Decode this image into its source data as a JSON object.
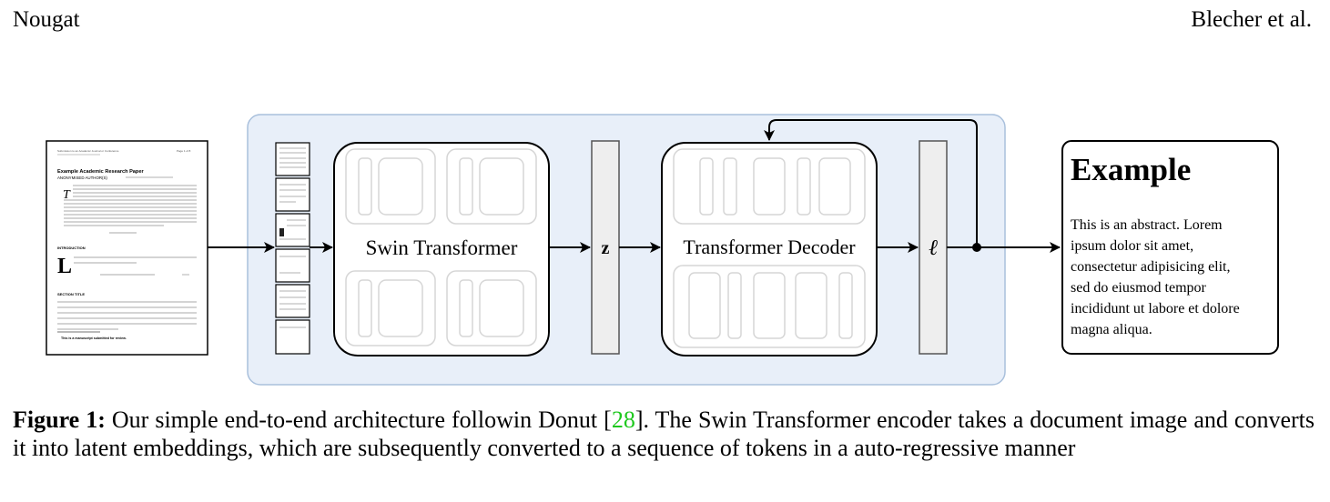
{
  "header": {
    "left": "Nougat",
    "right": "Blecher et al."
  },
  "diagram": {
    "encoder_label": "Swin Transformer",
    "latent_label": "z",
    "decoder_label": "Transformer Decoder",
    "token_label": "ℓ",
    "input_doc": {
      "header_left": "Submission to an Academic Journal or Conference",
      "header_right": "Page 1 of 8",
      "title": "Example Academic Research Paper",
      "authors": "ANONYMISED AUTHOR(S)",
      "section1": "INTRODUCTION",
      "section2": "SECTION TITLE",
      "dropcap1": "T",
      "dropcap2": "L",
      "footer": "This is a manuscript submitted for review."
    },
    "output": {
      "title": "Example",
      "abstract_lines": [
        "This is an abstract. Lorem",
        "ipsum dolor sit amet,",
        "consectetur adipisicing elit,",
        "sed do eiusmod tempor",
        "incididunt ut labore et dolore",
        "magna aliqua."
      ]
    }
  },
  "caption": {
    "label": "Figure 1:",
    "text_before_cite": "Our simple end-to-end architecture followin Donut [",
    "cite": "28",
    "text_after_cite": "]. The Swin Transformer encoder takes a document image and converts it into latent embeddings, which are subsequently converted to a sequence of tokens in a auto-regressive manner"
  },
  "colors": {
    "panel_fill": "#e8eff9",
    "panel_stroke": "#a9c0dc",
    "citation": "#1ec81e",
    "bar_fill": "#eeeeee"
  }
}
